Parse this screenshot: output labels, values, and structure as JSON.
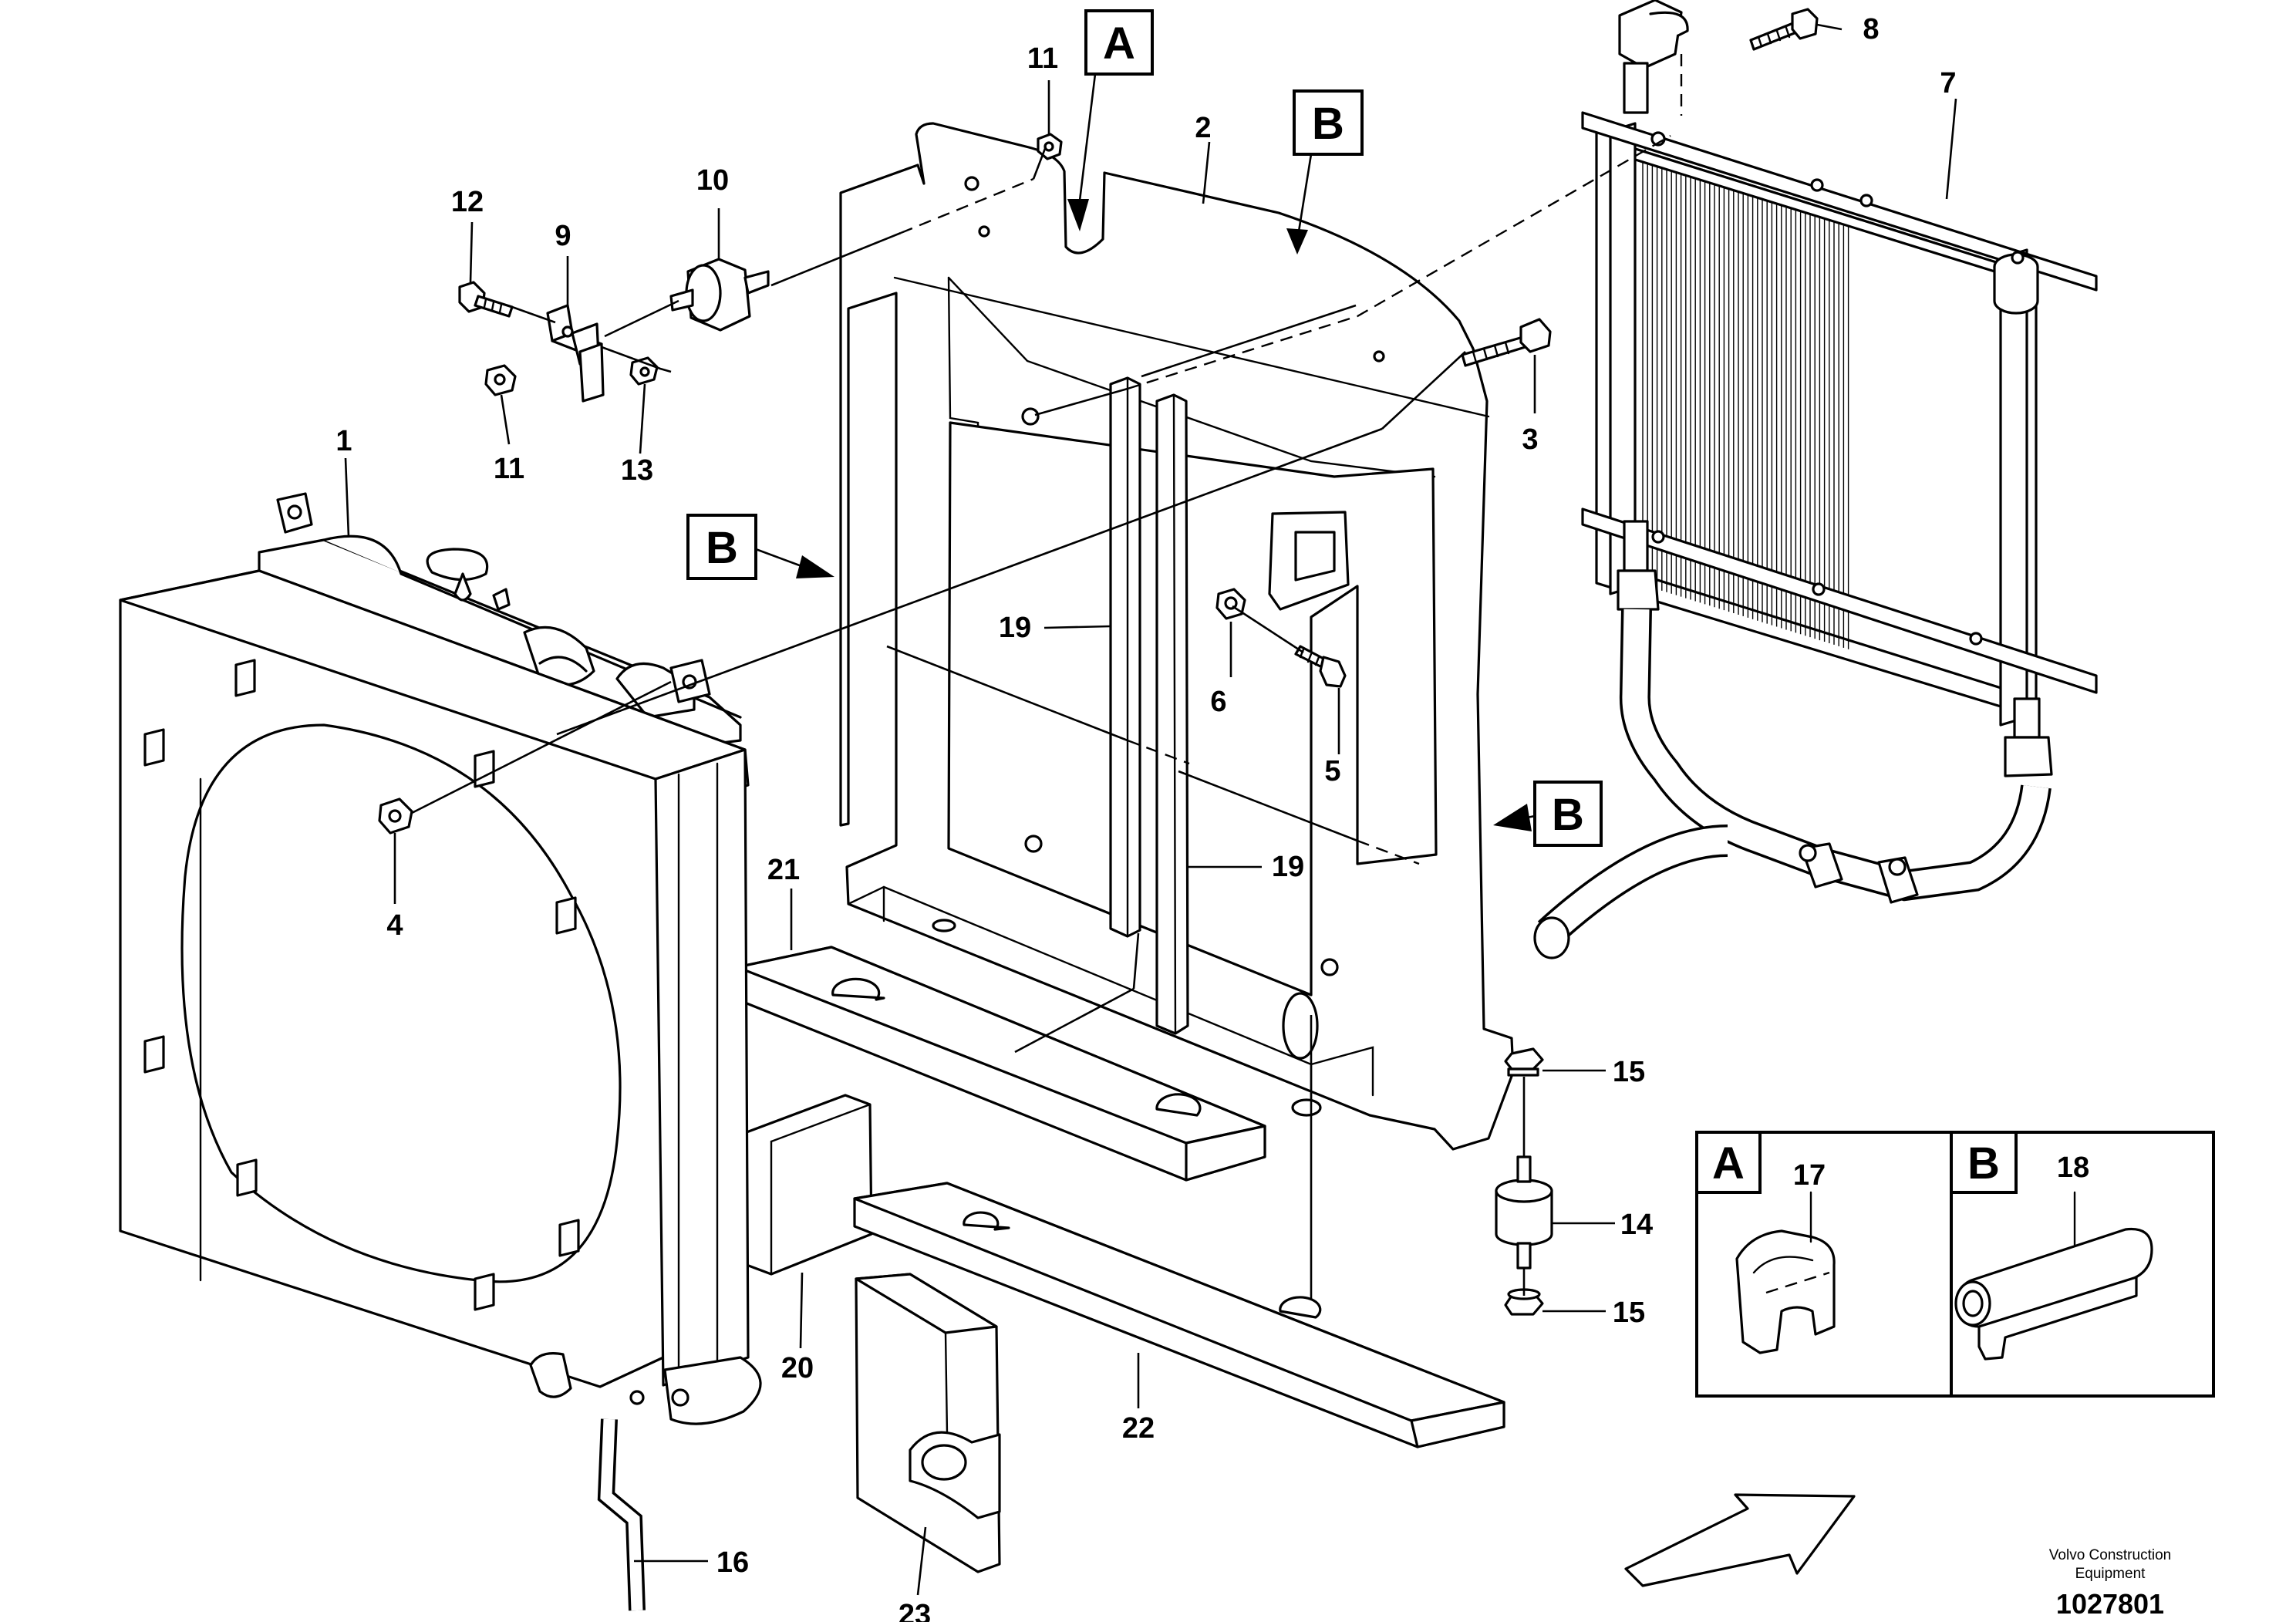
{
  "callouts": {
    "p1": "1",
    "p2": "2",
    "p3": "3",
    "p4": "4",
    "p5": "5",
    "p6": "6",
    "p7": "7",
    "p8": "8",
    "p9": "9",
    "p10": "10",
    "p11a": "11",
    "p11b": "11",
    "p12": "12",
    "p13": "13",
    "p14": "14",
    "p15a": "15",
    "p15b": "15",
    "p16": "16",
    "p17": "17",
    "p18": "18",
    "p19a": "19",
    "p19b": "19",
    "p20": "20",
    "p21": "21",
    "p22": "22",
    "p23": "23"
  },
  "view_refs": {
    "a_top": "A",
    "b_top": "B",
    "b_left": "B",
    "b_right": "B",
    "a_detail": "A",
    "b_detail": "B"
  },
  "footer": {
    "company_line1": "Volvo Construction",
    "company_line2": "Equipment",
    "drawing_number": "1027801"
  },
  "icons": {
    "direction_arrow": "outline-arrow-icon"
  }
}
